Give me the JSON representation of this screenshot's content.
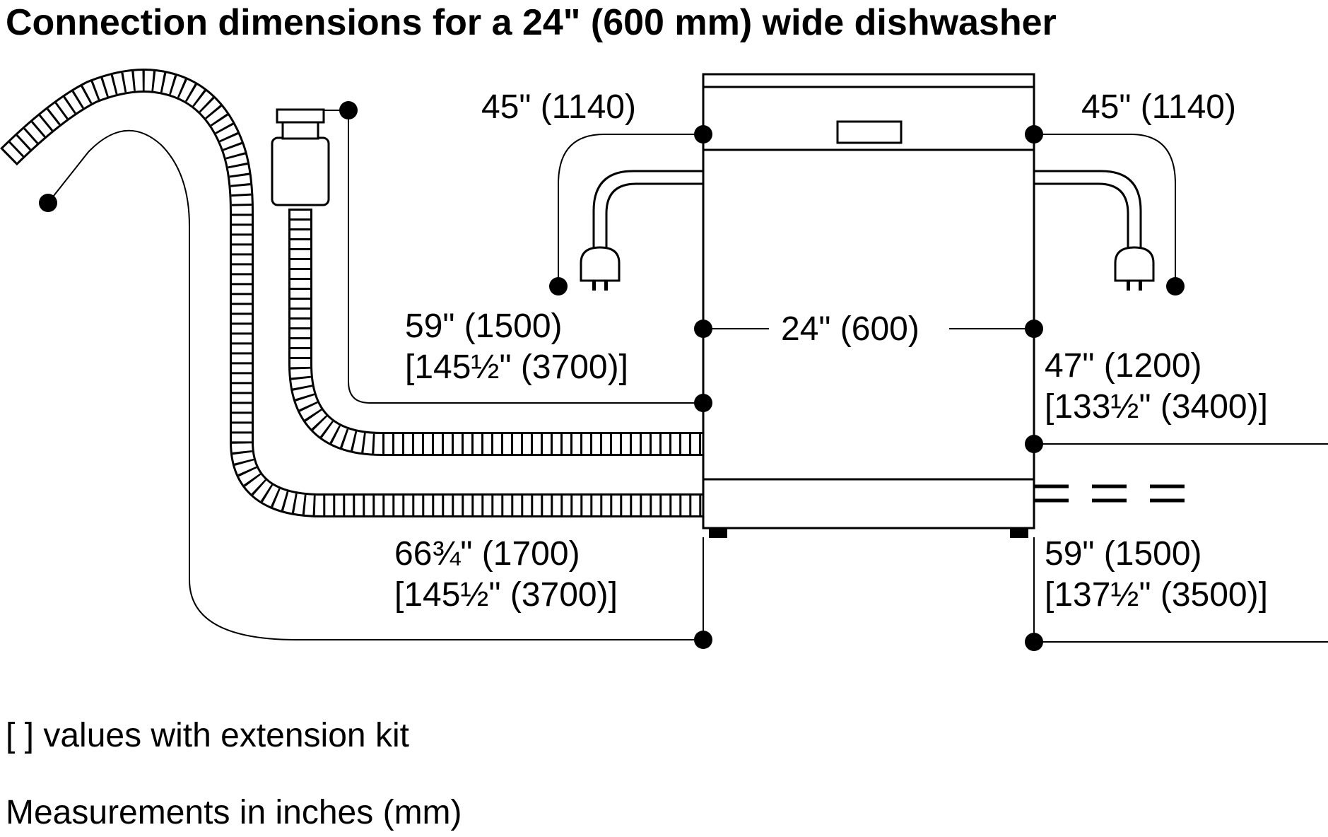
{
  "title": "Connection dimensions for a 24\" (600 mm) wide dishwasher",
  "dimensions": {
    "power_cord_left": "45\" (1140)",
    "power_cord_right": "45\" (1140)",
    "water_supply_line1": "59\" (1500)",
    "water_supply_line2": "[145½\" (3700)]",
    "width": "24\" (600)",
    "drain_right_line1": "47\" (1200)",
    "drain_right_line2": "[133½\" (3400)]",
    "drain_left_line1": "66¾\" (1700)",
    "drain_left_line2": "[145½\" (3700)]",
    "supply_right_line1": "59\" (1500)",
    "supply_right_line2": "[137½\" (3500)]"
  },
  "notes": {
    "extension": "[ ] values with extension kit",
    "units": "Measurements in inches (mm)"
  },
  "colors": {
    "ink": "#000000",
    "background": "#ffffff"
  }
}
